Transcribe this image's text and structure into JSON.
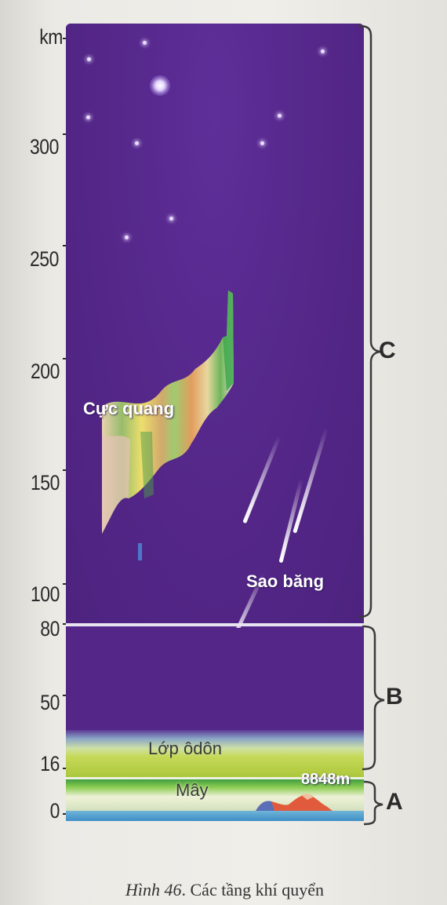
{
  "axis": {
    "unit": "km",
    "ticks": [
      "300",
      "250",
      "200",
      "150",
      "100",
      "80",
      "50",
      "16",
      "0"
    ]
  },
  "panel_labels": {
    "aurora": "Cực quang",
    "meteor": "Sao băng",
    "ozone": "Lớp ôdôn",
    "clouds": "Mây",
    "everest": "8848m"
  },
  "layers": [
    "C",
    "B",
    "A"
  ],
  "caption": {
    "figure": "Hình 46",
    "text": ". Các tầng khí quyển"
  },
  "colors": {
    "space": "#57288f",
    "ozone": "#c6d958",
    "ground": "#3f8ec8"
  }
}
